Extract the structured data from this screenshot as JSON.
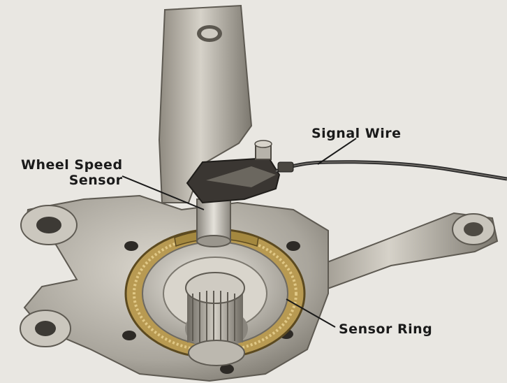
{
  "labels": {
    "signal_wire": "Signal Wire",
    "wheel_speed_sensor_line1": "Wheel Speed",
    "wheel_speed_sensor_line2": "Sensor",
    "sensor_ring": "Sensor Ring"
  },
  "colors": {
    "background": "#e9e7e2",
    "metal": "#b9b5ac",
    "metal_dark": "#6f6b63",
    "ring_gold": "#b89a52",
    "wire": "#2a2a2a"
  }
}
